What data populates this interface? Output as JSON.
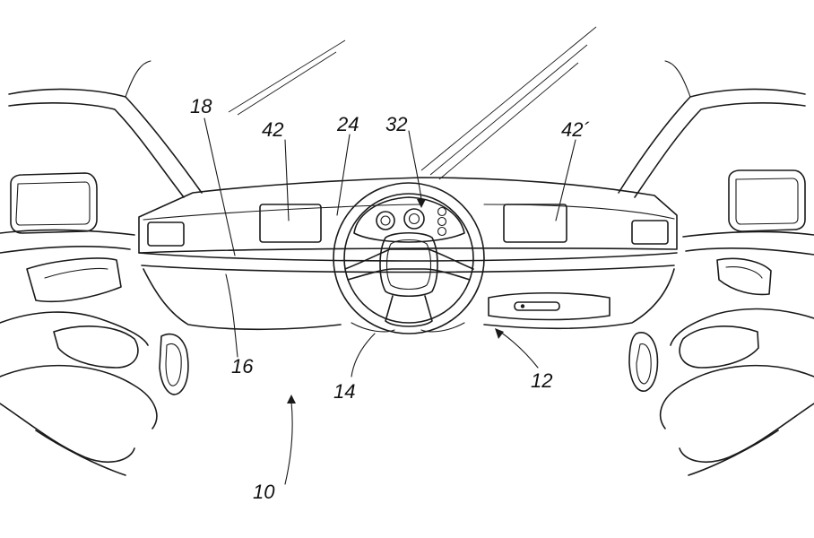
{
  "figure": {
    "title": "Vehicle interior dashboard patent drawing",
    "line_color": "#1a1a1a",
    "background": "#ffffff",
    "reference_numerals": {
      "vehicle": "10",
      "dashboard": "12",
      "steering_wheel": "14",
      "lower_dash_panel": "16",
      "upper_dash_panel": "18",
      "steering_column_area": "24",
      "instrument_cluster": "32",
      "left_display": "42",
      "right_display": "42´"
    }
  }
}
